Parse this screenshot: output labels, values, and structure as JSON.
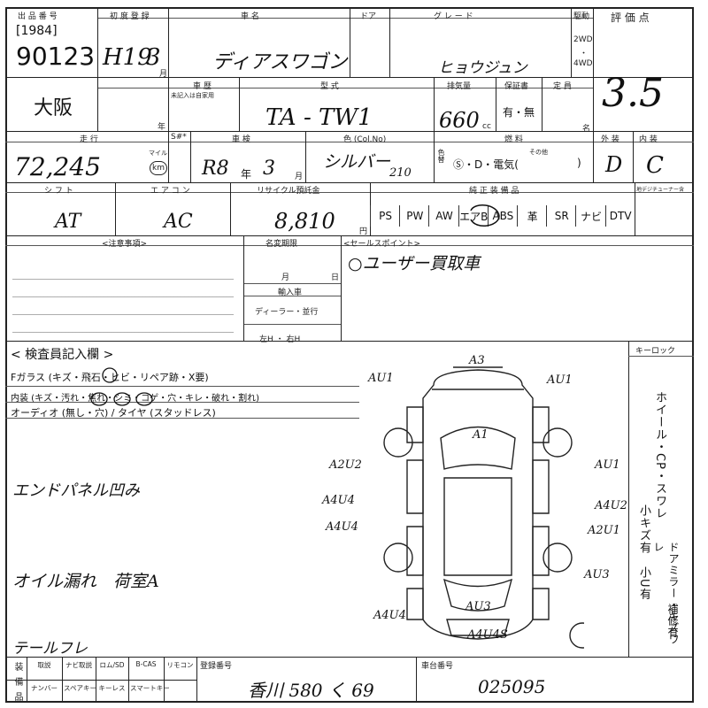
{
  "header": {
    "exhibit_label": "出 品 番 号",
    "exhibit_sub": "[1984]",
    "exhibit_no": "90123",
    "first_reg_label": "初 度 登 録",
    "first_reg_year": "H19",
    "first_reg_month": "3",
    "month_unit": "月",
    "car_name_label": "車 名",
    "car_name": "ディアスワゴン",
    "door_label": "ドア",
    "grade_label": "グ レ ー ド",
    "grade": "ヒョウジュン",
    "drive_label": "駆動",
    "drive_2wd": "2WD",
    "drive_4wd": "4WD",
    "score_label": "評 価 点",
    "score": "3.5"
  },
  "row2": {
    "location": "大阪",
    "hist_label": "車 歴",
    "hist_note": "未記入は自家用",
    "year_label": "年",
    "model_label": "型 式",
    "model": "TA - TW1",
    "disp_label": "排気量",
    "disp": "660",
    "disp_unit": "cc",
    "warranty_label": "保証書",
    "warranty": "有・無",
    "capacity_label": "定 員",
    "capacity_unit": "名"
  },
  "row3": {
    "mileage_label": "走 行",
    "mileage": "72,245",
    "mileage_unit_top": "マイル",
    "mileage_unit": "km",
    "sno_label": "S#*",
    "inspect_label": "車 検",
    "inspect_era": "R8",
    "inspect_year_unit": "年",
    "inspect_month": "3",
    "inspect_month_unit": "月",
    "color_label": "色 (Col.No)",
    "color": "シルバー",
    "color_no": "210",
    "color_side": "色替",
    "fuel_label": "燃 料",
    "fuel_options": "Ⓢ・D・電気(",
    "fuel_other": "その他",
    "fuel_close": ")",
    "exterior_label": "外 装",
    "exterior": "D",
    "interior_label": "内 装",
    "interior": "C"
  },
  "row4": {
    "shift_label": "シ フ ト",
    "shift": "AT",
    "ac_label": "エ ア コ ン",
    "ac": "AC",
    "recycle_label": "リサイクル預託金",
    "recycle": "8,810",
    "recycle_unit": "円",
    "equip_label": "純 正 装 備 品",
    "equip": [
      "PS",
      "PW",
      "AW",
      "エアB",
      "ABS",
      "革",
      "SR",
      "ナビ",
      "DTV"
    ],
    "equip_extra": "地デジチューナー含"
  },
  "row5": {
    "notes_label": "<注意事項>",
    "transfer_label": "名変期限",
    "month_label": "月",
    "day_label": "日",
    "import_label": "輸入車",
    "dealer_label": "ディーラー・並行",
    "handle_label": "左H ・ 右H",
    "sales_label": "<セールスポイント>",
    "sales_point": "○ユーザー買取車"
  },
  "inspector": {
    "title": "< 検査員記入欄 >",
    "glass_line": "Fガラス (キズ・飛石・ヒビ・リペア跡・X要)",
    "interior_line": "内装 (キズ・汚れ・焦れ・シミ・コゲ・穴・キレ・破れ・割れ)",
    "audio_line": "オーディオ (無し・穴) / タイヤ (スタッドレス)",
    "note1": "エンドパネル凹み",
    "note2": "オイル漏れ　荷室A",
    "note3": "テールフレ"
  },
  "car_marks": [
    "A3",
    "AU1",
    "AU1",
    "A1",
    "A2U2",
    "AU1",
    "A4U4",
    "A4U2",
    "A4U4",
    "A2U1",
    "AU3",
    "A4U4",
    "AU3",
    "A4U4S"
  ],
  "right_side": {
    "keylock_label": "キーロック",
    "wheel": "ホイール・CP・スワレ",
    "mirror_col1": "小キズ有",
    "mirror_col2": "ドアミラー・キズワレ",
    "mirror_col3": "小U有",
    "repair": "補修有"
  },
  "footer": {
    "equip_col_label": "装 備 品",
    "items_row1": [
      "取説",
      "ナビ取説",
      "ロム/SD",
      "B-CAS",
      "リモコン"
    ],
    "items_row2": [
      "ナンバー",
      "スペアキー",
      "キーレス",
      "スマートキー"
    ],
    "reg_label": "登録番号",
    "reg_no": "香川 580 く 69",
    "chassis_label": "車台番号",
    "chassis_no": "025095"
  }
}
